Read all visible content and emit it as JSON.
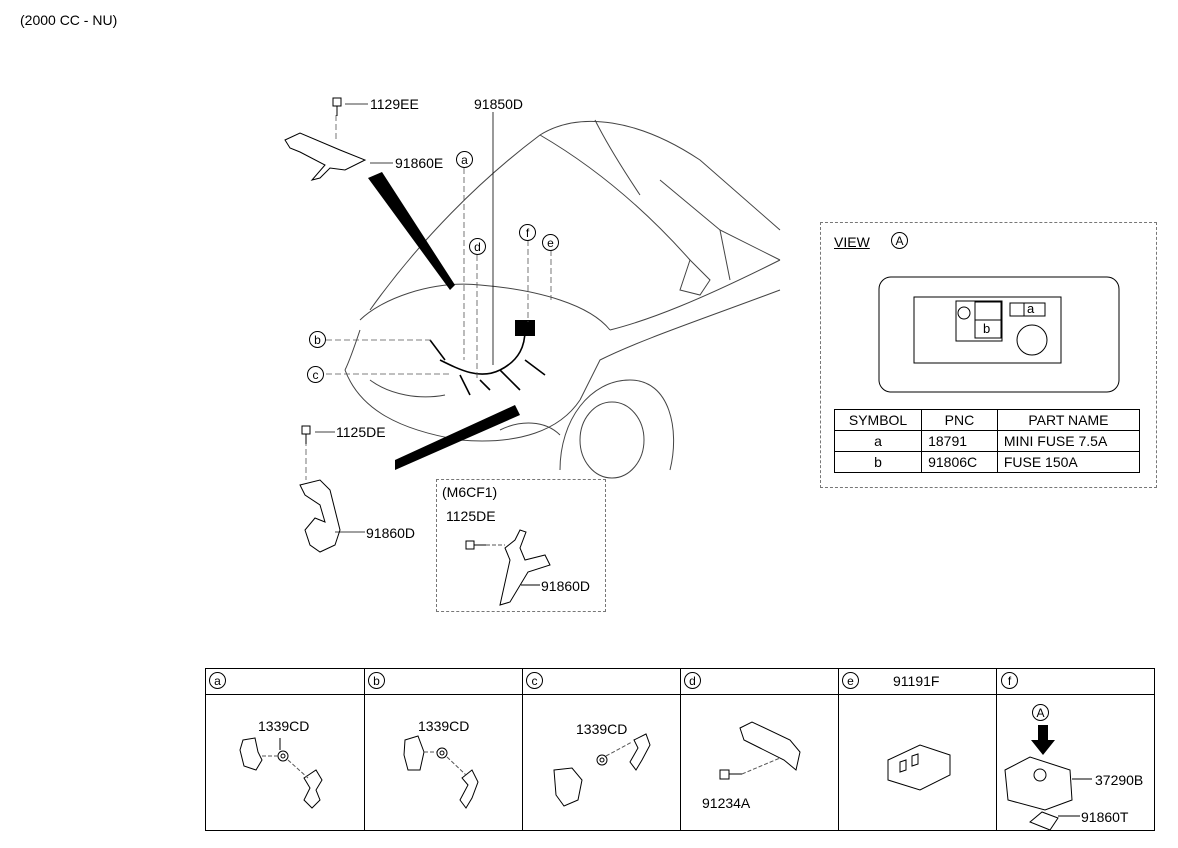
{
  "header": {
    "engine_note": "(2000 CC - NU)"
  },
  "main_diagram": {
    "labels": {
      "bolt_top": "1129EE",
      "harness_main": "91850D",
      "bracket_e": "91860E",
      "bolt_left": "1125DE",
      "bracket_d": "91860D"
    },
    "callouts": [
      "a",
      "b",
      "c",
      "d",
      "e",
      "f"
    ]
  },
  "m6cf1_box": {
    "title": "(M6CF1)",
    "bolt": "1125DE",
    "bracket": "91860D"
  },
  "view_a": {
    "title": "VIEW",
    "marker": "A",
    "slot_a": "a",
    "slot_b": "b",
    "table": {
      "headers": [
        "SYMBOL",
        "PNC",
        "PART NAME"
      ],
      "rows": [
        [
          "a",
          "18791",
          "MINI FUSE 7.5A"
        ],
        [
          "b",
          "91806C",
          "FUSE 150A"
        ]
      ]
    }
  },
  "detail_grid": {
    "cells": [
      {
        "key": "a",
        "header_part": "",
        "parts": [
          "1339CD"
        ]
      },
      {
        "key": "b",
        "header_part": "",
        "parts": [
          "1339CD"
        ]
      },
      {
        "key": "c",
        "header_part": "",
        "parts": [
          "1339CD"
        ]
      },
      {
        "key": "d",
        "header_part": "",
        "parts": [
          "91234A"
        ]
      },
      {
        "key": "e",
        "header_part": "91191F",
        "parts": []
      },
      {
        "key": "f",
        "header_part": "",
        "parts": [
          "37290B",
          "91860T"
        ],
        "marker": "A"
      }
    ]
  }
}
